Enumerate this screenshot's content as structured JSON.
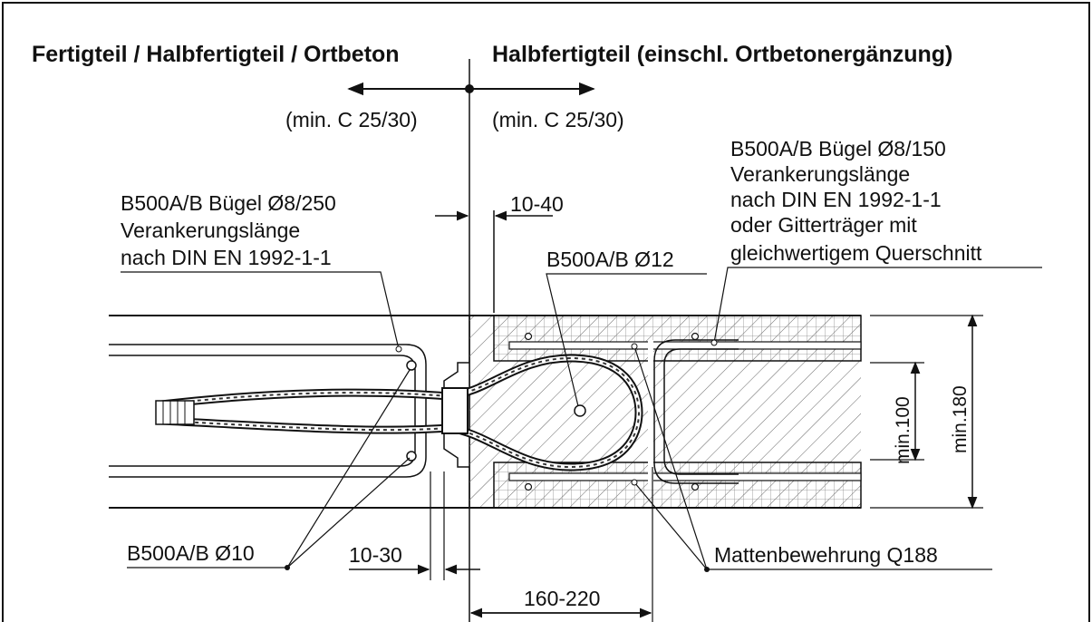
{
  "header": {
    "left_title": "Fertigteil / Halbfertigteil / Ortbeton",
    "right_title": "Halbfertigteil (einschl. Ortbetonergänzung)",
    "left_concrete": "(min. C 25/30)",
    "right_concrete": "(min. C 25/30)"
  },
  "labels": {
    "stirrup_left": [
      "B500A/B Bügel Ø8/250",
      "Verankerungslänge",
      "nach DIN EN 1992-1-1"
    ],
    "stirrup_right": [
      "B500A/B Bügel Ø8/150",
      "Verankerungslänge",
      "nach DIN EN 1992-1-1",
      "oder Gitterträger mit",
      "gleichwertigem Querschnitt"
    ],
    "bar_12": "B500A/B Ø12",
    "bar_10": "B500A/B Ø10",
    "mesh": "Mattenbewehrung Q188"
  },
  "dimensions": {
    "d_10_40": "10-40",
    "d_10_30": "10-30",
    "d_160_220": "160-220",
    "d_min100": "min.100",
    "d_min180": "min.180"
  },
  "colors": {
    "line": "#111111",
    "background": "#ffffff",
    "hatch": "#555555"
  }
}
